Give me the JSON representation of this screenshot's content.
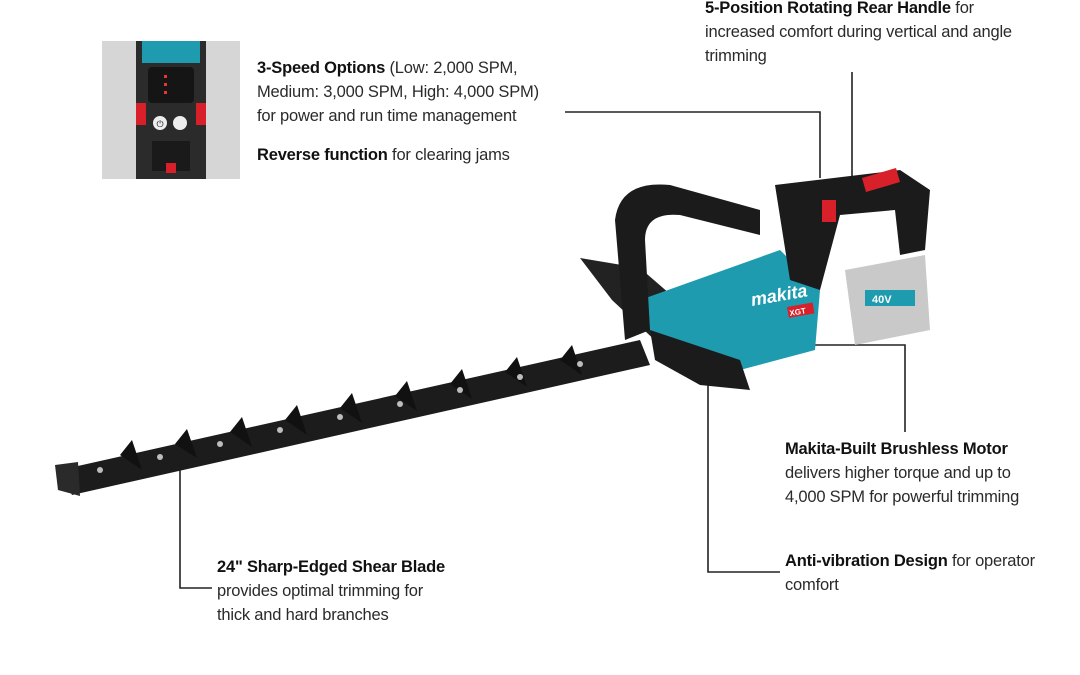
{
  "callouts": {
    "speed": {
      "title": "3-Speed Options",
      "detail": " (Low: 2,000 SPM, Medium: 3,000 SPM, High: 4,000 SPM)",
      "line2": "for power and run time management"
    },
    "reverse": {
      "title": "Reverse function",
      "detail": " for clearing jams"
    },
    "rear_handle": {
      "title": "5-Position Rotating Rear Handle",
      "detail": " for increased comfort during vertical and angle trimming"
    },
    "motor": {
      "title": "Makita-Built Brushless Motor",
      "detail": "delivers higher torque and up to 4,000 SPM for powerful trimming"
    },
    "vibration": {
      "title": "Anti-vibration Design",
      "detail": " for operator comfort"
    },
    "blade": {
      "title": "24\" Sharp-Edged Shear Blade",
      "detail": "provides optimal trimming for thick and hard branches"
    }
  },
  "product": {
    "brand_logo": "makita",
    "badge": "XGT",
    "battery_label": "40V",
    "colors": {
      "teal": "#1f9bb0",
      "black": "#1b1b1b",
      "red": "#d8202a",
      "battery": "#c9c9c9"
    }
  }
}
